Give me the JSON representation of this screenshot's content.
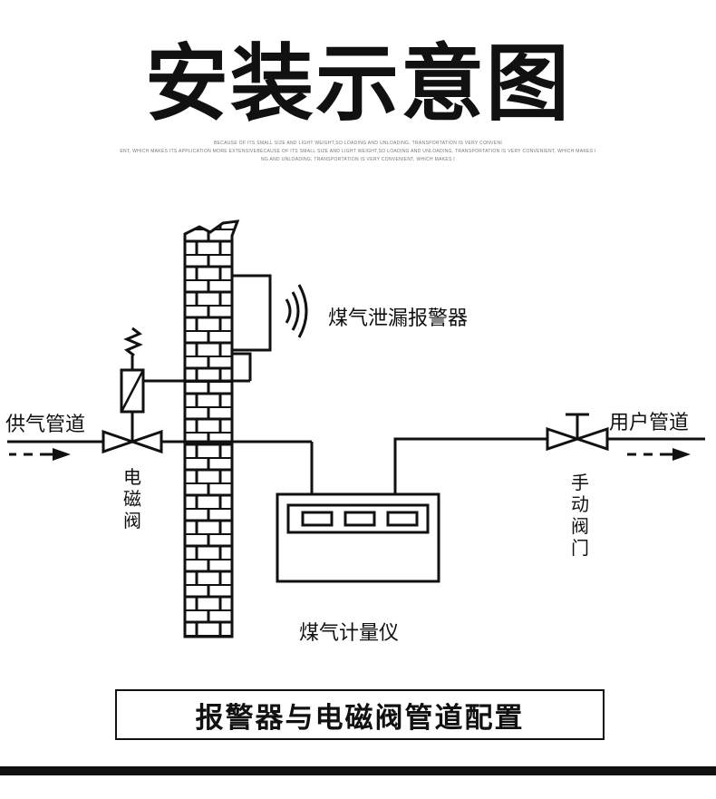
{
  "title": "安装示意图",
  "tiny_text": [
    "BECAUSE OF ITS SMALL SIZE AND LIGHT WEIGHT,SO LOADING AND UNLOADING, TRANSPORTATION IS VERY CONVENI",
    "ENT, WHICH MAKES ITS APPLICATION MORE EXTENSIVEBECAUSE OF ITS SMALL SIZE AND LIGHT WEIGHT,SO LOADING AND UNLOADING, TRANSPORTATION IS VERY CONVENIENT, WHICH MAKES I",
    "NG AND UNLOADING, TRANSPORTATION IS VERY CONVENIENT, WHICH MAKES I"
  ],
  "labels": {
    "gas_leak_alarm": "煤气泄漏报警器",
    "supply_pipe": "供气管道",
    "user_pipe": "用户管道",
    "solenoid_valve": "电磁阀",
    "manual_valve": "手动阀门",
    "gas_meter": "煤气计量仪"
  },
  "caption": "报警器与电磁阀管道配置",
  "colors": {
    "ink": "#111111",
    "background": "#ffffff"
  }
}
